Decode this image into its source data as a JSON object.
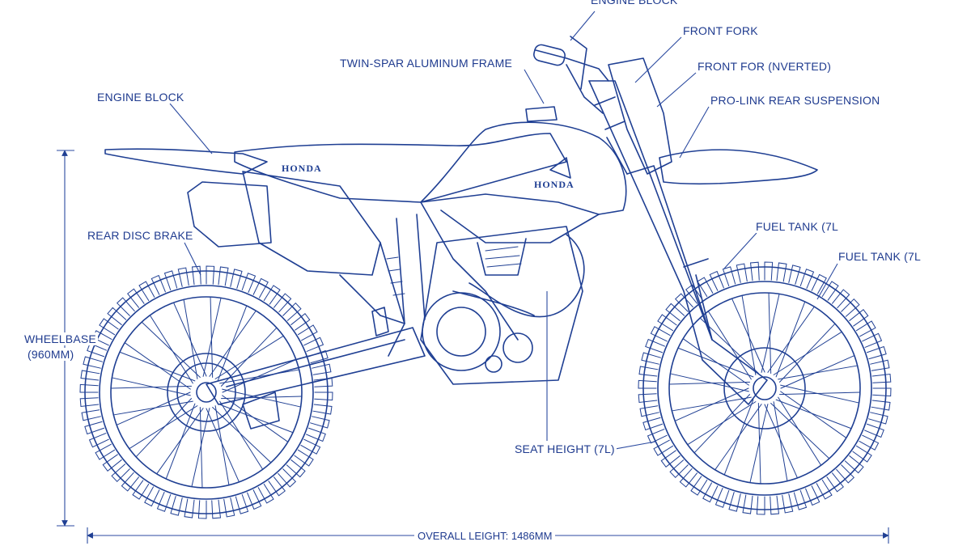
{
  "diagram": {
    "brand_text": "HONDA",
    "stroke_color": "#1f3f93",
    "text_color": "#1f3b8f",
    "background": "#ffffff",
    "callouts": {
      "engine_block_top": "ENGINE BLOCK",
      "front_fork": "FRONT FORK",
      "front_fork_inverted": "FRONT FOR (NVERTED)",
      "twin_spar_frame": "TWIN-SPAR ALUMINUM FRAME",
      "pro_link_rear": "PRO-LINK REAR SUSPENSION",
      "engine_block_left": "ENGINE BLOCK",
      "rear_disc_brake": "REAR DISC BRAKE",
      "fuel_tank_1": "FUEL TANK (7L",
      "fuel_tank_2": "FUEL TANK (7L",
      "wheelbase_line1": "WHEELBASE",
      "wheelbase_line2": "(960MM)",
      "seat_height": "SEAT HEIGHT (7L)",
      "overall_length": "OVERALL LEIGHT: 1486MM"
    }
  }
}
